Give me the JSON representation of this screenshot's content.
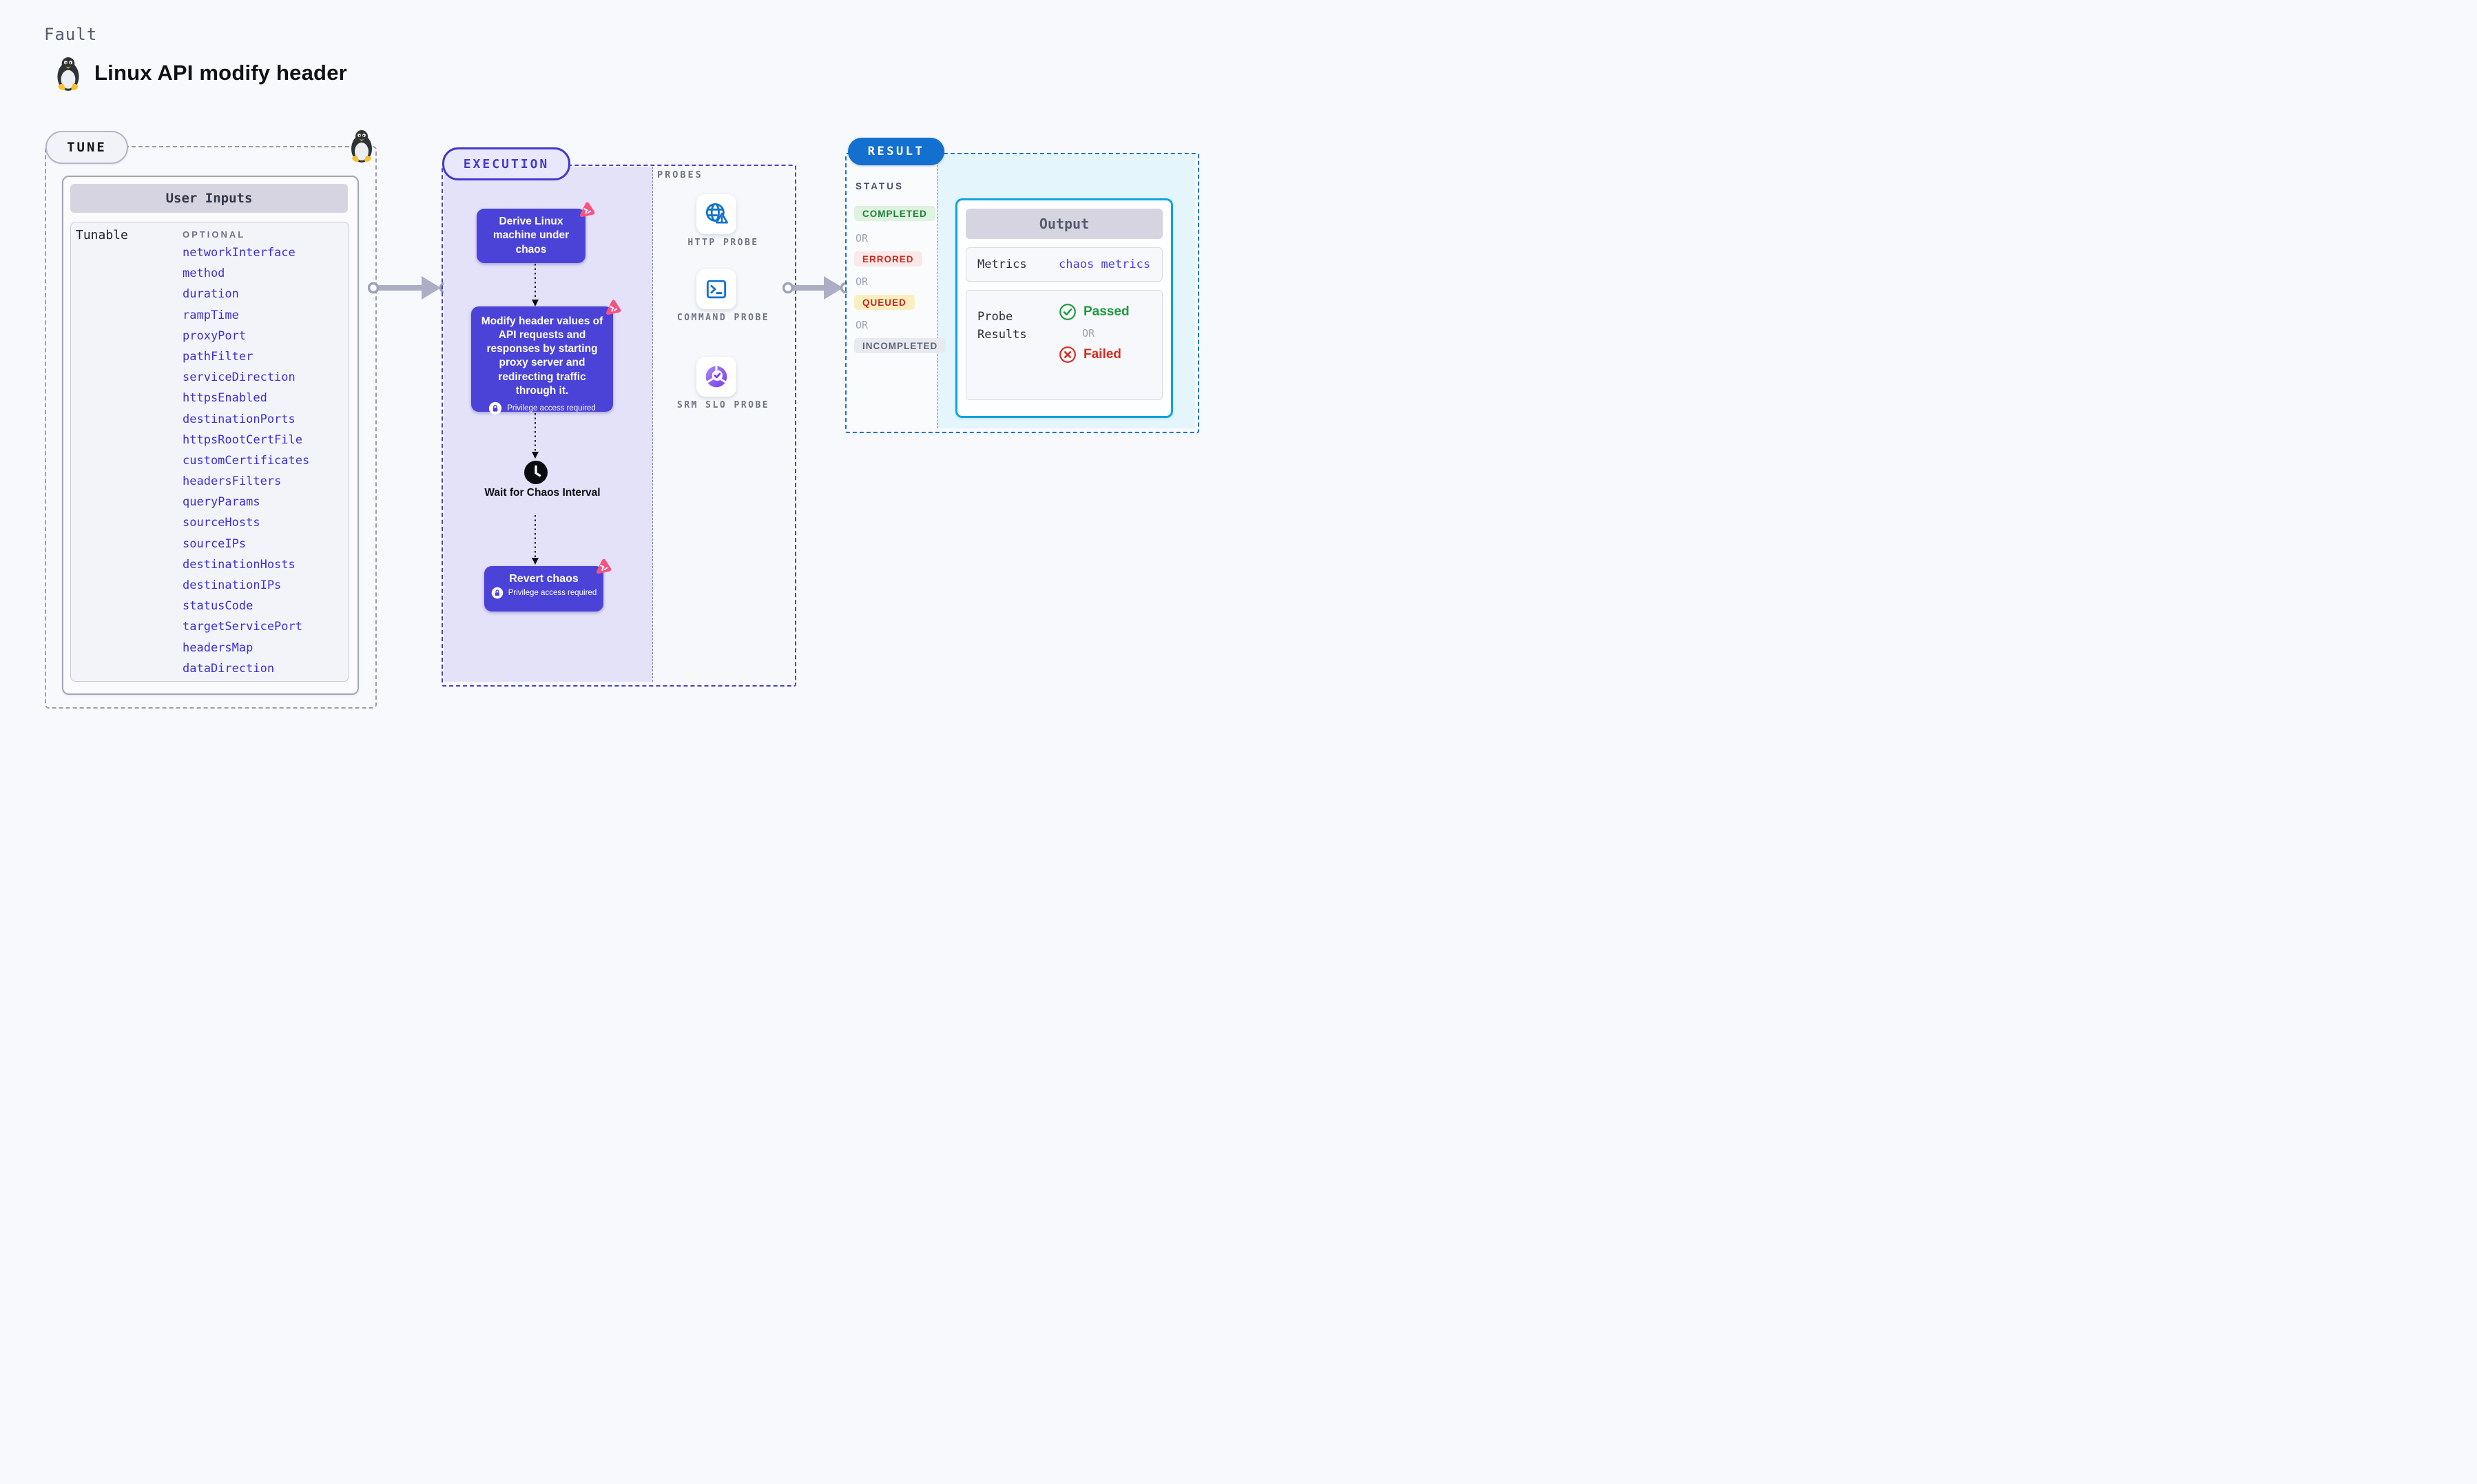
{
  "page": {
    "kicker": "Fault",
    "title": "Linux API modify header"
  },
  "tune": {
    "badge": "TUNE",
    "table_title": "User Inputs",
    "row_label": "Tunable",
    "column_label": "OPTIONAL",
    "tunables": [
      "networkInterface",
      "method",
      "duration",
      "rampTime",
      "proxyPort",
      "pathFilter",
      "serviceDirection",
      "httpsEnabled",
      "destinationPorts",
      "httpsRootCertFile",
      "customCertificates",
      "headersFilters",
      "queryParams",
      "sourceHosts",
      "sourceIPs",
      "destinationHosts",
      "destinationIPs",
      "statusCode",
      "targetServicePort",
      "headersMap",
      "dataDirection"
    ]
  },
  "execution": {
    "badge": "EXECUTION",
    "derive_step": "Derive Linux machine under chaos",
    "modify_step": "Modify header values of API requests and responses by starting proxy server and redirecting traffic through it.",
    "privilege_note": "Privilege access required",
    "wait_step": "Wait for Chaos Interval",
    "revert_step": "Revert chaos"
  },
  "probes": {
    "label": "PROBES",
    "items": [
      {
        "name": "HTTP PROBE",
        "icon": "globe-alert-icon"
      },
      {
        "name": "COMMAND PROBE",
        "icon": "terminal-icon"
      },
      {
        "name": "SRM SLO PROBE",
        "icon": "slo-donut-icon"
      }
    ]
  },
  "result": {
    "badge": "RESULT",
    "status_label": "STATUS",
    "or_label": "OR",
    "statuses": [
      {
        "label": "COMPLETED",
        "fg": "#1C8039",
        "bg": "#DDF3DF"
      },
      {
        "label": "ERRORED",
        "fg": "#CC2A21",
        "bg": "#FBE9E9"
      },
      {
        "label": "QUEUED",
        "fg": "#C32622",
        "bg": "#FBEFC2"
      },
      {
        "label": "INCOMPLETED",
        "fg": "#5C6575",
        "bg": "#E9EAF1"
      }
    ],
    "output": {
      "title": "Output",
      "metrics_label": "Metrics",
      "metrics_value": "chaos metrics",
      "probe_results_label": "Probe Results",
      "passed_label": "Passed",
      "failed_label": "Failed",
      "or_label": "OR"
    }
  },
  "colors": {
    "step_indigo": "#4B43D8",
    "execution_border": "#4840CE",
    "execution_panel": "#E4E2F9",
    "chaos_pink": "#F75283",
    "tune_dash": "#9AA0AC",
    "tunable_blue": "#3B2FD9",
    "result_blue": "#1470CE",
    "output_cyan_border": "#12A3E0",
    "result_cyan_panel": "#E4F6FC",
    "probe_blue": "#1273CE",
    "passed_green": "#1C9A3F",
    "failed_red": "#D92B20"
  }
}
